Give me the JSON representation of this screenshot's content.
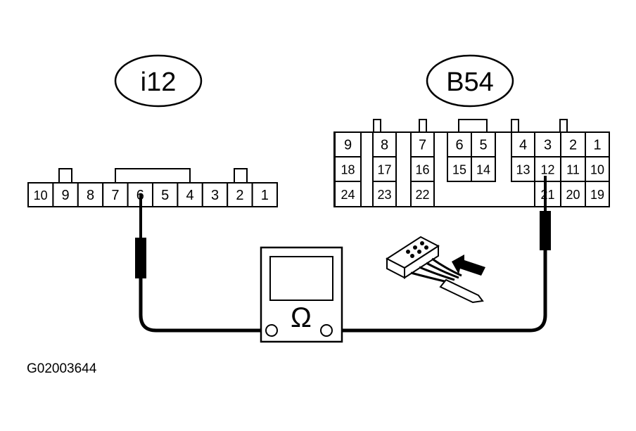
{
  "connectors": {
    "left": {
      "label": "i12",
      "pins": [
        "10",
        "9",
        "8",
        "7",
        "6",
        "5",
        "4",
        "3",
        "2",
        "1"
      ]
    },
    "right": {
      "label": "B54",
      "row1": [
        "9",
        "8",
        "7",
        "6",
        "5",
        "4",
        "3",
        "2",
        "1"
      ],
      "row2": [
        "18",
        "17",
        "16",
        "15",
        "14",
        "13",
        "12",
        "11",
        "10"
      ],
      "row3": [
        "24",
        "23",
        "22",
        "21",
        "20",
        "19"
      ]
    }
  },
  "meter": {
    "symbol": "Ω",
    "symbol_icon": "ohm-icon"
  },
  "figure_code": "G02003644"
}
